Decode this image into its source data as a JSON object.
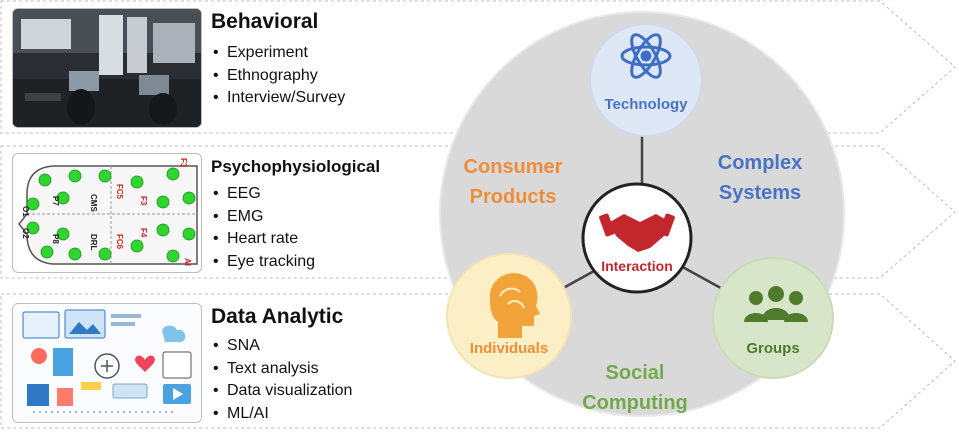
{
  "methods": [
    {
      "title": "Behavioral",
      "items": [
        "Experiment",
        "Ethnography",
        "Interview/Survey"
      ]
    },
    {
      "title": "Psychophysiological",
      "items": [
        "EEG",
        "EMG",
        "Heart rate",
        "Eye tracking"
      ]
    },
    {
      "title": "Data Analytic",
      "items": [
        "SNA",
        "Text analysis",
        "Data visualization",
        "ML/AI"
      ]
    }
  ],
  "eeg_electrodes": [
    "CMS",
    "P7",
    "O1",
    "O2",
    "P8",
    "DRL",
    "FC5",
    "F3",
    "F4",
    "FC6",
    "F3",
    "AI"
  ],
  "hub": {
    "center": "Interaction",
    "nodes": {
      "top": "Technology",
      "left": "Individuals",
      "right": "Groups"
    },
    "domains": {
      "consumer": [
        "Consumer",
        "Products"
      ],
      "complex": [
        "Complex",
        "Systems"
      ],
      "social": [
        "Social",
        "Computing"
      ]
    }
  },
  "colors": {
    "consumer": "#ef8d3a",
    "complex": "#4a73c4",
    "social": "#72a94a",
    "interaction": "#c1272d",
    "technology_fill": "#dde7f6",
    "technology_icon": "#3f6fc4",
    "individuals_fill": "#fcefc6",
    "individuals_icon": "#f2a43a",
    "groups_fill": "#d7e6c8",
    "groups_icon": "#4e7c2c",
    "hub_bg": "#d9d9d9"
  },
  "icons": {
    "technology": "atom-icon",
    "individuals": "brain-head-icon",
    "groups": "people-group-icon",
    "interaction": "handshake-icon"
  }
}
